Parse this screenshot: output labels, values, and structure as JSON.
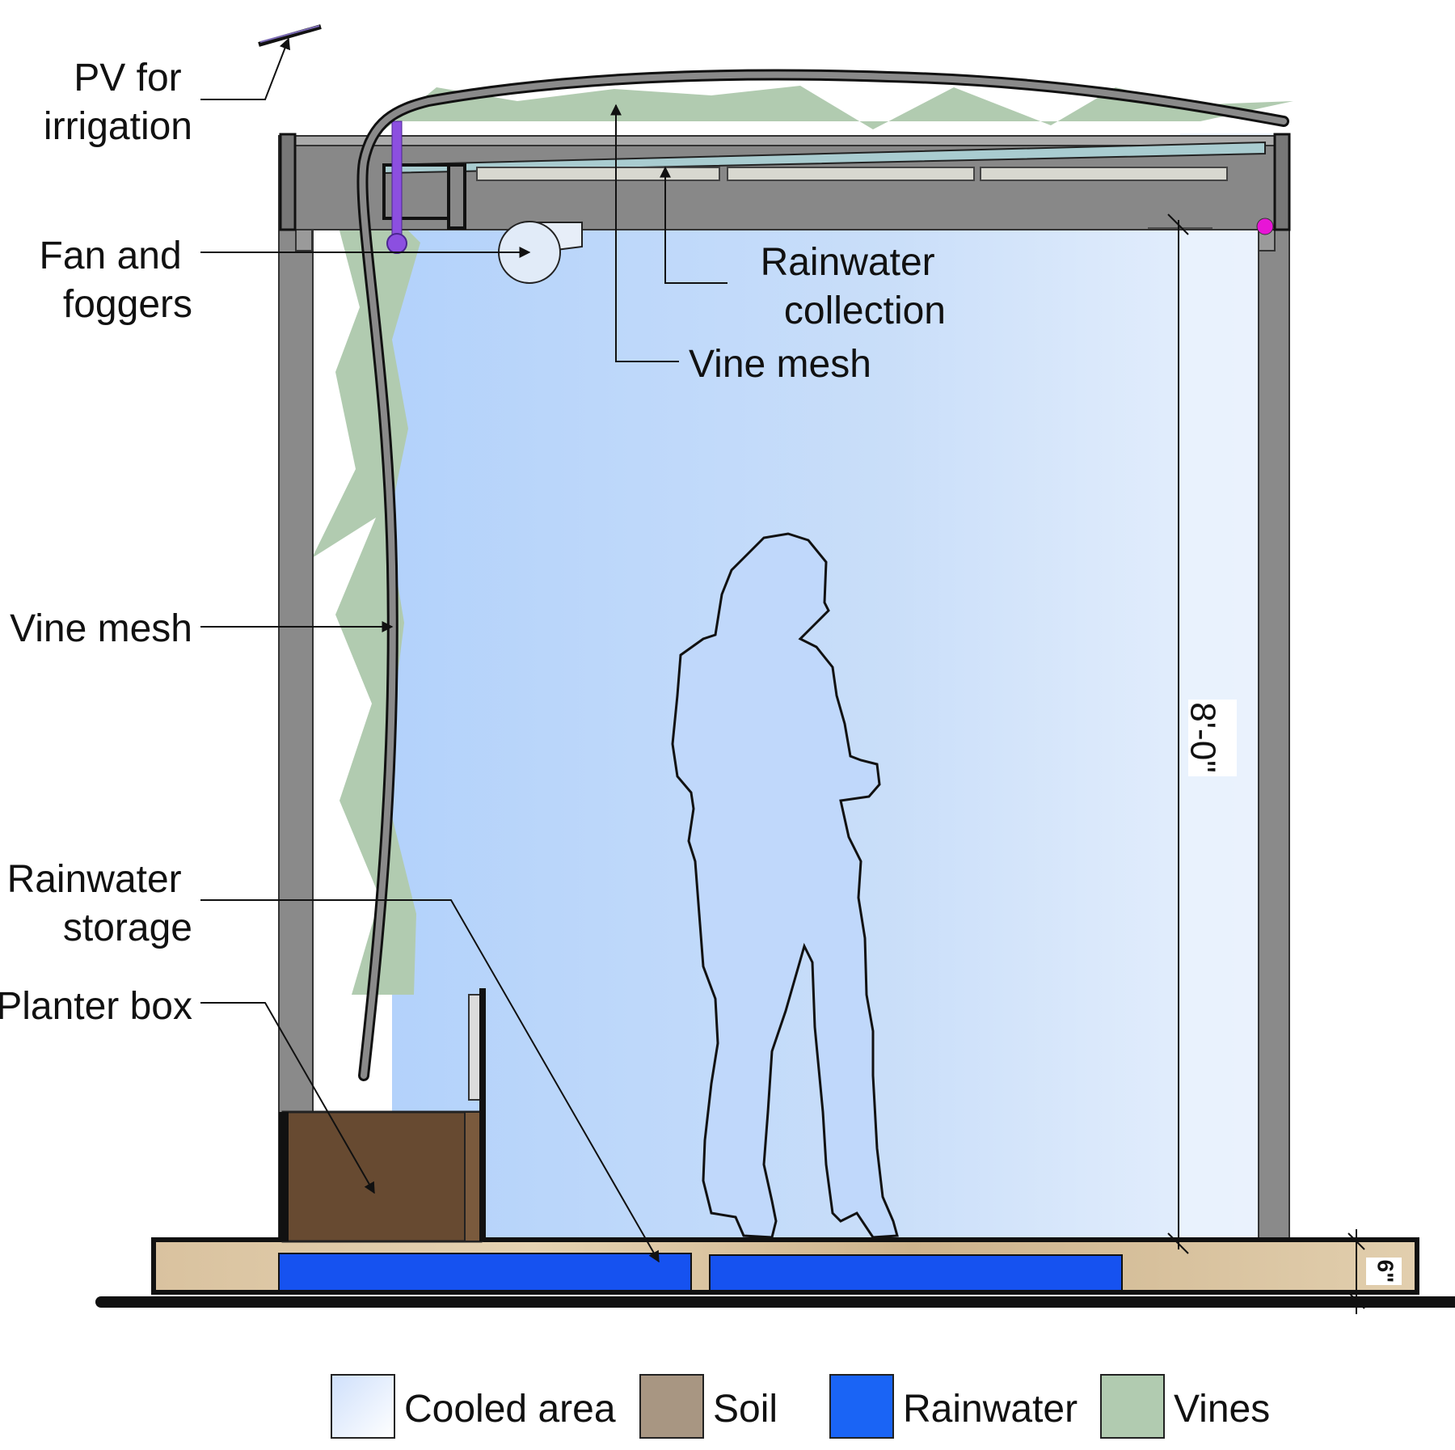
{
  "labels": {
    "pv": [
      "PV for",
      "irrigation"
    ],
    "fan": [
      "Fan and",
      "foggers"
    ],
    "vine_mesh_left": [
      "Vine mesh"
    ],
    "rain_storage": [
      "Rainwater",
      "storage"
    ],
    "planter": [
      "Planter box"
    ],
    "rain_collection": [
      "Rainwater",
      "collection"
    ],
    "vine_mesh_top": [
      "Vine mesh"
    ]
  },
  "dimensions": {
    "height": "8'-0\"",
    "base": "6\""
  },
  "legend": [
    {
      "label": "Cooled area",
      "color": "#dce9fb"
    },
    {
      "label": "Soil",
      "color": "#a89682"
    },
    {
      "label": "Rainwater",
      "color": "#1a64f5"
    },
    {
      "label": "Vines",
      "color": "#b1cbb0"
    }
  ],
  "colors": {
    "frame": "#8a8a8a",
    "cooled": "#b6d4fb",
    "vines": "#b1cbb0",
    "rainwater": "#1652f0",
    "soil": "#674a31",
    "wood": "#d8c3a2",
    "fogger_pipe": "#8c4fe0",
    "sensor": "#e815d6"
  }
}
